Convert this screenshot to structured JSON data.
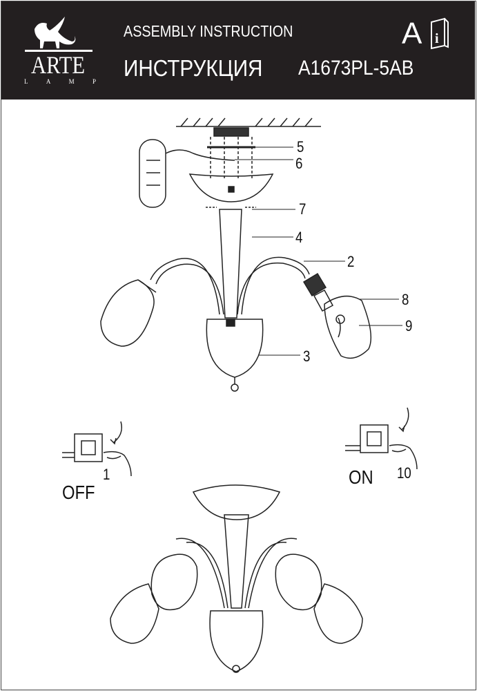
{
  "header": {
    "brand": "ARTE",
    "brand_sub": [
      "L",
      "A",
      "M",
      "P"
    ],
    "title_en": "ASSEMBLY INSTRUCTION",
    "title_ru": "ИНСТРУКЦИЯ",
    "model": "A1673PL-5AB",
    "language_badge": "A",
    "icon": "manual-book-icon"
  },
  "diagram": {
    "labels": [
      "5",
      "6",
      "7",
      "4",
      "2",
      "8",
      "9",
      "3"
    ],
    "switch_off": {
      "step": "1",
      "state": "OFF"
    },
    "switch_on": {
      "step": "10",
      "state": "ON"
    }
  }
}
